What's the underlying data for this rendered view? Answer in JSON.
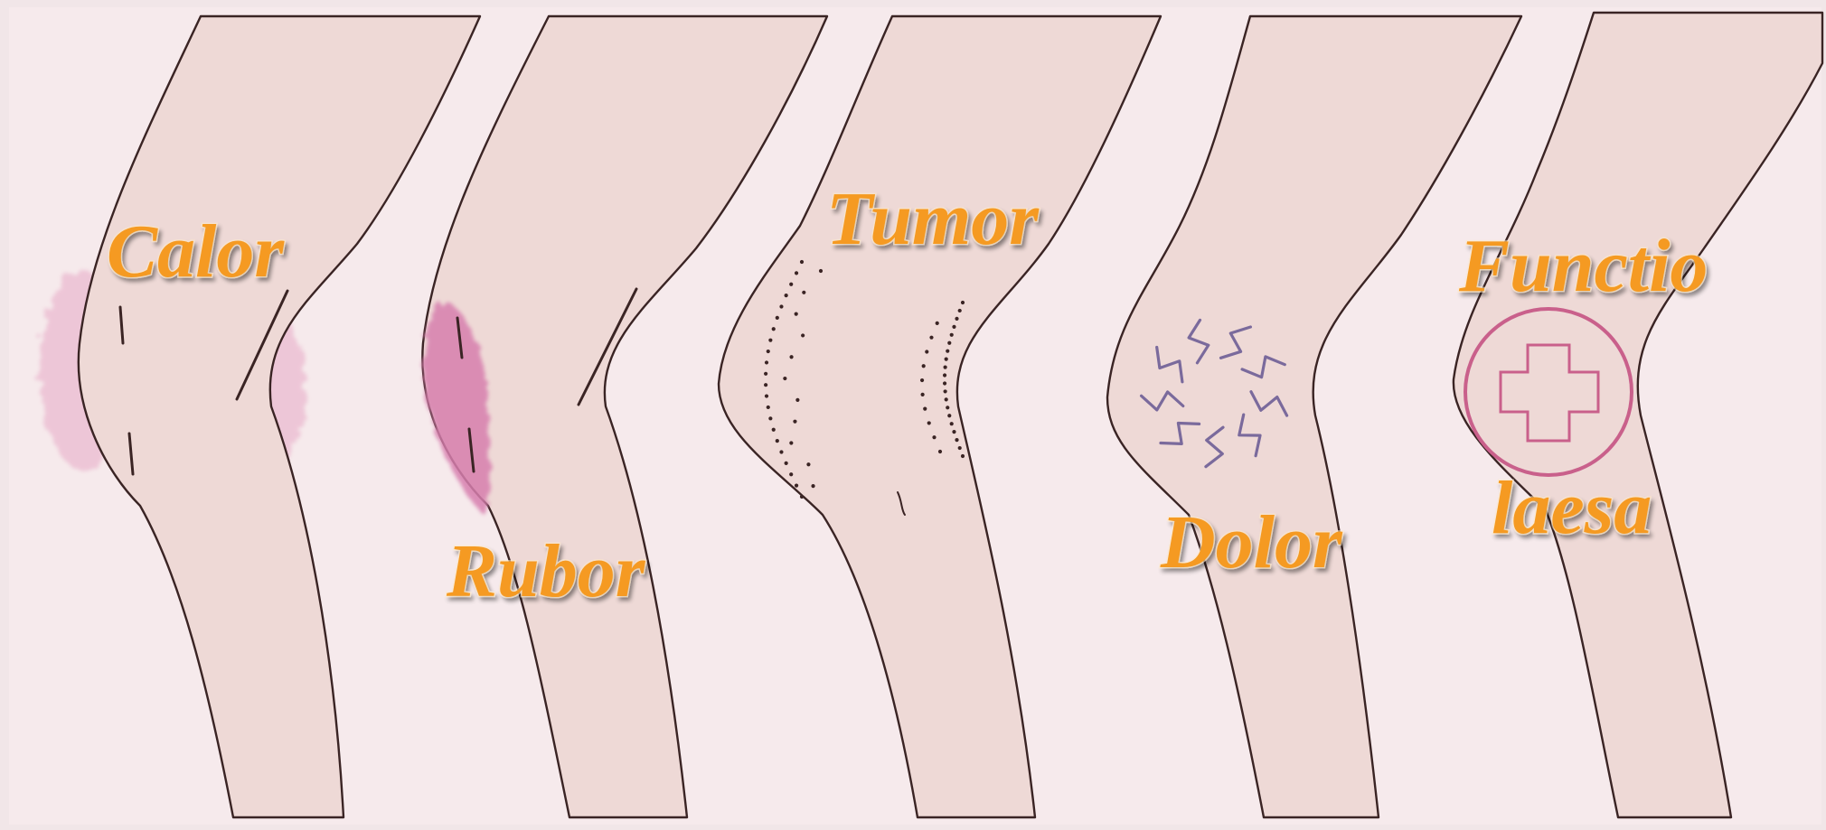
{
  "figure": {
    "panels": [
      {
        "id": "calor",
        "label": "Calor"
      },
      {
        "id": "rubor",
        "label": "Rubor"
      },
      {
        "id": "tumor",
        "label": "Tumor"
      },
      {
        "id": "dolor",
        "label": "Dolor"
      },
      {
        "id": "functio",
        "label": "Functio",
        "label2": "laesa"
      }
    ]
  },
  "colors": {
    "background": "#f1e6e8",
    "skin": "#eed9d6",
    "outline": "#3a2424",
    "label": "#f59a22",
    "redness": "#d77fae",
    "pain": "#7a6a9c",
    "lesion": "#c9608b"
  }
}
